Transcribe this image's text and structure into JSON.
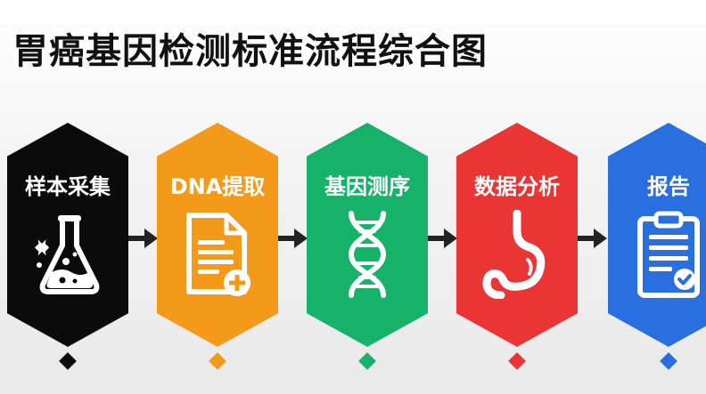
{
  "title": "胃癌基因检测标准流程综合图",
  "steps": [
    {
      "label": "样本采集",
      "icon": "flask-icon",
      "color": "#0b0b0b"
    },
    {
      "label": "DNA提取",
      "icon": "document-plus-icon",
      "color": "#f39a1a"
    },
    {
      "label": "基因测序",
      "icon": "dna-helix-icon",
      "color": "#16b26a"
    },
    {
      "label": "数据分析",
      "icon": "stomach-icon",
      "color": "#ea3535"
    },
    {
      "label": "报告",
      "icon": "clipboard-check-icon",
      "color": "#2a6fe0"
    }
  ]
}
